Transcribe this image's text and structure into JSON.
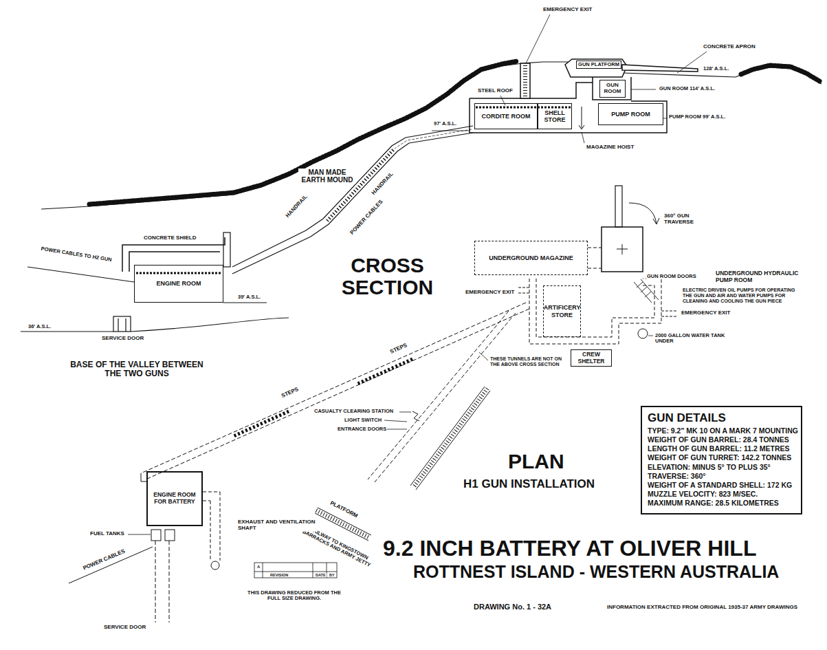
{
  "diagram": {
    "title": "9.2 INCH BATTERY AT OLIVER HILL",
    "nodes": [
      {
        "text": [
          "GUN PLATFORM"
        ]
      },
      {
        "text": [
          "GUN ROOM"
        ]
      },
      {
        "text": [
          "CORDITE ROOM"
        ]
      },
      {
        "text": [
          "SHELL STORE"
        ]
      },
      {
        "text": [
          "PUMP ROOM"
        ]
      },
      {
        "text": [
          "ENGINE ROOM"
        ]
      },
      {
        "text": [
          "UNDERGROUND MAGAZINE"
        ]
      },
      {
        "text": [
          "ARTIFICERY STORE"
        ]
      },
      {
        "text": [
          "CREW SHELTER"
        ]
      },
      {
        "text": [
          "ENGINE ROOM FOR BATTERY"
        ]
      },
      {
        "text": [
          "GUN DETAILS",
          "TYPE: 9.2\" MK 10 ON A MARK 7 MOUNTING",
          "WEIGHT OF GUN BARREL: 28.4 TONNES",
          "LENGTH OF GUN BARREL: 11.2 METRES",
          "WEIGHT OF GUN TURRET: 142.2 TONNES",
          "ELEVATION: MINUS 5° TO PLUS 35°",
          "TRAVERSE: 360°",
          "WEIGHT OF A STANDARD SHELL: 172 KG",
          "MUZZLE VELOCITY: 823 M/SEC.",
          "MAXIMUM RANGE: 28.5 KILOMETRES"
        ]
      }
    ],
    "labels": [
      "EMERGENCY EXIT",
      "CONCRETE APRON",
      "128' A.S.L.",
      "GUN ROOM 114' A.S.L.",
      "PUMP ROOM 99' A.S.L.",
      "STEEL ROOF",
      "97' A.S.L.",
      "MAGAZINE HOIST",
      "MAN MADE EARTH MOUND",
      "HANDRAIL",
      "POWER CABLES",
      "HANDRAIL",
      "CROSS SECTION",
      "CONCRETE SHIELD",
      "POWER CABLES TO H2 GUN",
      "39' A.S.L.",
      "36' A.S.L.",
      "SERVICE DOOR",
      "BASE OF THE VALLEY BETWEEN THE TWO GUNS",
      "360° GUN TRAVERSE",
      "GUN ROOM DOORS",
      "UNDERGROUND HYDRAULIC PUMP ROOM",
      "ELECTRIC DRIVEN OIL PUMPS FOR OPERATING THE GUN AND AIR AND WATER PUMPS FOR CLEANING AND COOLING THE GUN PIECE",
      "EMERGENCY EXIT",
      "EMERGENCY EXIT",
      "2000 GALLON WATER TANK UNDER",
      "THESE TUNNELS ARE NOT ON THE ABOVE CROSS SECTION",
      "STEPS",
      "STEPS",
      "CASUALTY CLEARING STATION",
      "LIGHT SWITCH",
      "ENTRANCE DOORS",
      "PLATFORM",
      "RAILWAY TO KINGSTOWN BARRACKS AND ARMY JETTY",
      "PLAN",
      "H1 GUN INSTALLATION",
      "FUEL TANKS",
      "POWER CABLES",
      "EXHAUST AND VENTILATION SHAFT",
      "SERVICE DOOR",
      "A",
      "REVISION",
      "DATE",
      "BY",
      "THIS DRAWING REDUCED FROM THE FULL SIZE DRAWING.",
      "ROTTNEST ISLAND - WESTERN AUSTRALIA",
      "DRAWING No. 1 - 32A",
      "INFORMATION EXTRACTED FROM ORIGINAL 1935-37 ARMY DRAWINGS"
    ]
  }
}
